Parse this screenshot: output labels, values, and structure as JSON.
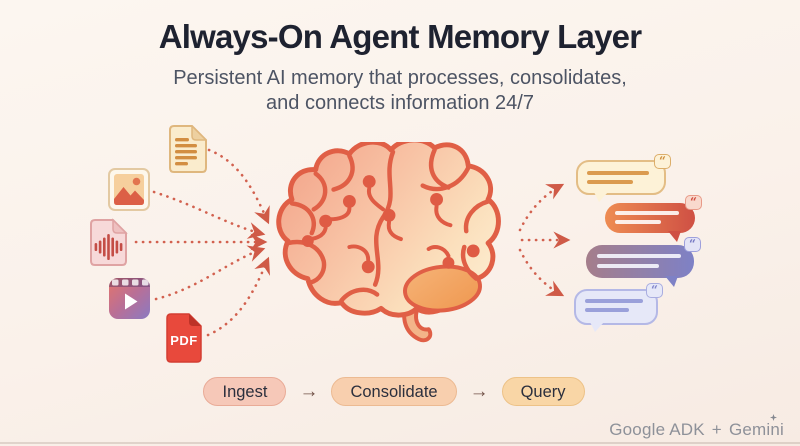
{
  "header": {
    "title": "Always-On Agent Memory Layer",
    "subtitle_line1": "Persistent AI memory that processes, consolidates,",
    "subtitle_line2": "and connects information 24/7"
  },
  "inputs": {
    "items": [
      {
        "id": "document",
        "type": "document-file"
      },
      {
        "id": "image",
        "type": "image-file"
      },
      {
        "id": "audio",
        "type": "audio-file"
      },
      {
        "id": "video",
        "type": "video-file"
      },
      {
        "id": "pdf",
        "type": "pdf-file",
        "label": "PDF"
      }
    ]
  },
  "outputs": {
    "quote_glyph": "“",
    "bubbles": [
      {
        "style": "cream"
      },
      {
        "style": "orange-red"
      },
      {
        "style": "purple-gradient"
      },
      {
        "style": "lavender"
      }
    ]
  },
  "flow": {
    "steps": [
      {
        "label": "Ingest"
      },
      {
        "label": "Consolidate"
      },
      {
        "label": "Query"
      }
    ],
    "arrow": "→"
  },
  "footer": {
    "brand": "Google ADK",
    "plus": "+",
    "product": "Gemini"
  },
  "colors": {
    "accent_coral": "#e05f46",
    "dotted_line": "#d2614f",
    "title_text": "#1e2230",
    "subtitle_text": "#4d5464",
    "pill_ingest_bg": "#f6c8b8",
    "pill_consolidate_bg": "#f8cfae",
    "pill_query_bg": "#f9d6a6",
    "background": "#faf2ec"
  }
}
